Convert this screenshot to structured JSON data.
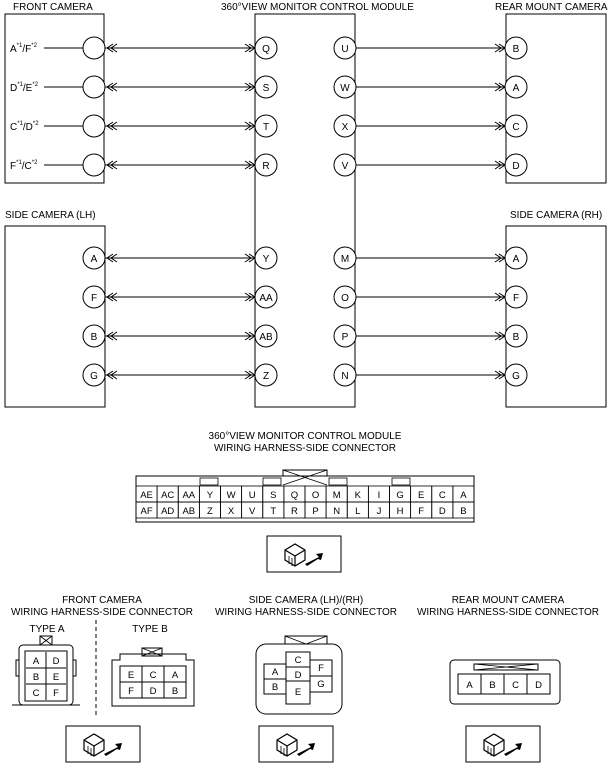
{
  "diagram": {
    "titles": {
      "front_camera": "FRONT CAMERA",
      "module": "360°VIEW MONITOR CONTROL MODULE",
      "rear_camera": "REAR MOUNT CAMERA",
      "side_lh": "SIDE CAMERA (LH)",
      "side_rh": "SIDE CAMERA (RH)"
    },
    "front_pins": [
      {
        "a": "A",
        "as": "*1",
        "b": "/F",
        "bs": "*2"
      },
      {
        "a": "D",
        "as": "*1",
        "b": "/E",
        "bs": "*2"
      },
      {
        "a": "C",
        "as": "*1",
        "b": "/D",
        "bs": "*2"
      },
      {
        "a": "F",
        "as": "*1",
        "b": "/C",
        "bs": "*2"
      }
    ],
    "module_left_top": [
      "Q",
      "S",
      "T",
      "R"
    ],
    "module_right_top": [
      "U",
      "W",
      "X",
      "V"
    ],
    "rear_pins": [
      "B",
      "A",
      "C",
      "D"
    ],
    "lh_pins": [
      "A",
      "F",
      "B",
      "G"
    ],
    "module_left_bottom": [
      "Y",
      "AA",
      "AB",
      "Z"
    ],
    "module_right_bottom": [
      "M",
      "O",
      "P",
      "N"
    ],
    "rh_pins": [
      "A",
      "F",
      "B",
      "G"
    ]
  },
  "module_connector": {
    "title_line1": "360°VIEW MONITOR CONTROL MODULE",
    "title_line2": "WIRING HARNESS-SIDE CONNECTOR",
    "row1": [
      "AE",
      "AC",
      "AA",
      "Y",
      "W",
      "U",
      "S",
      "Q",
      "O",
      "M",
      "K",
      "I",
      "G",
      "E",
      "C",
      "A"
    ],
    "row2": [
      "AF",
      "AD",
      "AB",
      "Z",
      "X",
      "V",
      "T",
      "R",
      "P",
      "N",
      "L",
      "J",
      "H",
      "F",
      "D",
      "B"
    ]
  },
  "front_connector": {
    "title_line1": "FRONT CAMERA",
    "title_line2": "WIRING HARNESS-SIDE CONNECTOR",
    "type_a_label": "TYPE A",
    "type_b_label": "TYPE B",
    "type_a_cells": [
      "A",
      "D",
      "B",
      "E",
      "C",
      "F"
    ],
    "type_b_cells": [
      "E",
      "C",
      "A",
      "F",
      "D",
      "B"
    ]
  },
  "side_connector": {
    "title_line1": "SIDE CAMERA (LH)/(RH)",
    "title_line2": "WIRING HARNESS-SIDE CONNECTOR",
    "cells": {
      "A": "A",
      "B": "B",
      "C": "C",
      "D": "D",
      "E": "E",
      "F": "F",
      "G": "G"
    }
  },
  "rear_connector": {
    "title_line1": "REAR MOUNT CAMERA",
    "title_line2": "WIRING HARNESS-SIDE CONNECTOR",
    "cells": [
      "A",
      "B",
      "C",
      "D"
    ]
  }
}
